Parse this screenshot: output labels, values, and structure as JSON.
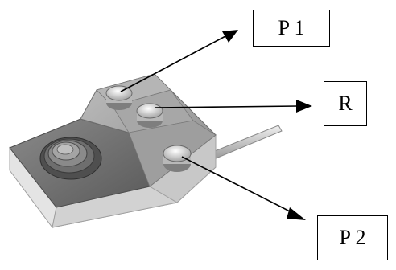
{
  "labels": {
    "p1": "P 1",
    "r": "R",
    "p2": "P 2"
  },
  "colors": {
    "arrow": "#000000",
    "body_side": "#d8d8d8",
    "body_top": "#6f6f6f",
    "raised_top": "#9a9a9a"
  }
}
